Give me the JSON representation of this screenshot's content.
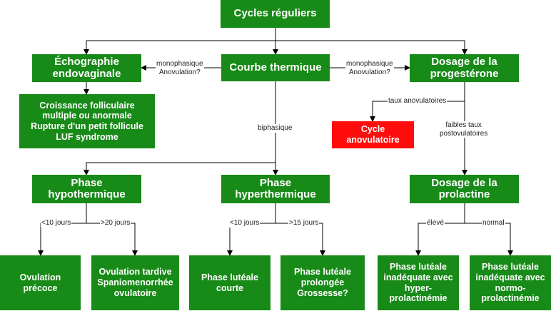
{
  "colors": {
    "node_green": "#178a17",
    "node_red": "#ff0d0d",
    "node_text": "#ffffff",
    "edge": "#000000"
  },
  "nodes": {
    "cycles_reguliers": "Cycles réguliers",
    "echographie": "Échographie\nendovaginale",
    "courbe_thermique": "Courbe thermique",
    "dosage_progesterone": "Dosage de la\nprogestérone",
    "croissance": "Croissance folliculaire\nmultiple ou anormale\nRupture d'un petit follicule\nLUF syndrome",
    "cycle_anovulatoire": "Cycle\nanovulatoire",
    "phase_hypo": "Phase\nhypothermique",
    "phase_hyper": "Phase\nhyperthermique",
    "dosage_prolactine": "Dosage de la\nprolactine",
    "ovulation_precoce": "Ovulation\nprécoce",
    "ovulation_tardive": "Ovulation tardive\nSpaniomenorrhée\novulatoire",
    "phase_luteale_courte": "Phase lutéale\ncourte",
    "phase_luteale_prolongee": "Phase lutéale\nprolongée\nGrossesse?",
    "luteale_hyper": "Phase lutéale\ninadéquate avec\nhyper-\nprolactinémie",
    "luteale_normo": "Phase lutéale\ninadéquate avec\nnormo-\nprolactinémie"
  },
  "edge_labels": {
    "mono_left": "monophasique\nAnovulation?",
    "mono_right": "monophasique\nAnovulation?",
    "biphasique": "biphasique",
    "taux_anovulatoires": "taux anovulatoires",
    "faibles_taux": "faibles taux\npostovulatoires",
    "hypo_lt10": "<10 jours",
    "hypo_gt20": ">20 jours",
    "hyper_lt10": "<10 jours",
    "hyper_gt15": ">15 jours",
    "eleve": "élevé",
    "normal": "normal"
  }
}
